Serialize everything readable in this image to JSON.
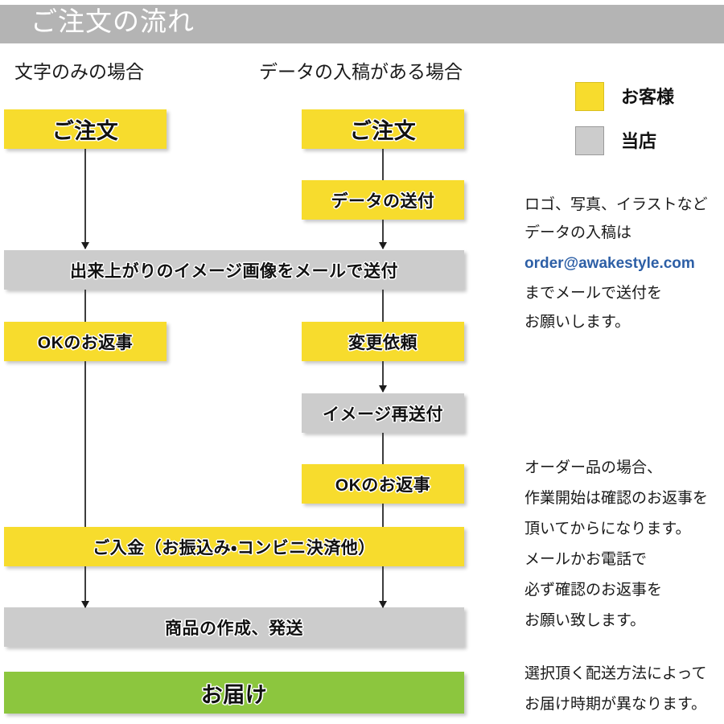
{
  "header": {
    "title": "ご注文の流れ",
    "bar_color": "#b4b4b4",
    "text_color": "#ffffff"
  },
  "columns": [
    {
      "id": "text-only",
      "caption": "文字のみの場合"
    },
    {
      "id": "with-data",
      "caption": "データの入稿がある場合"
    }
  ],
  "legend": {
    "items": [
      {
        "label": "お客様",
        "color": "#f7dc2d",
        "swatch": "yellow-swatch"
      },
      {
        "label": "当店",
        "color": "#cccccc",
        "swatch": "gray-swatch"
      }
    ]
  },
  "flow": {
    "left": [
      {
        "label": "ご注文",
        "color": "#f7dc2d",
        "owner": "customer"
      },
      {
        "label": "OKのお返事",
        "color": "#f7dc2d",
        "owner": "customer"
      }
    ],
    "right": [
      {
        "label": "ご注文",
        "color": "#f7dc2d",
        "owner": "customer"
      },
      {
        "label": "データの送付",
        "color": "#f7dc2d",
        "owner": "customer"
      },
      {
        "label": "変更依頼",
        "color": "#f7dc2d",
        "owner": "customer"
      },
      {
        "label": "イメージ再送付",
        "color": "#cccccc",
        "owner": "shop"
      },
      {
        "label": "OKのお返事",
        "color": "#f7dc2d",
        "owner": "customer"
      }
    ],
    "full_width": [
      {
        "label": "出来上がりのイメージ画像をメールで送付",
        "color": "#cccccc",
        "owner": "shop"
      },
      {
        "label": "ご入金（お振込み・コンビニ決済他）",
        "color": "#f7dc2d",
        "owner": "customer"
      },
      {
        "label": "商品の作成、発送",
        "color": "#cccccc",
        "owner": "shop"
      },
      {
        "label": "お届け",
        "color": "#8cc63e",
        "owner": "delivery"
      }
    ]
  },
  "notes": {
    "data_submission": [
      "ロゴ、写真、イラストなど",
      "データの入稿は"
    ],
    "email": "order@awakestyle.com",
    "data_submission_after": [
      "までメールで送付を",
      "お願いします。"
    ],
    "order_notice": [
      "オーダー品の場合、",
      "作業開始は確認のお返事を",
      "頂いてからになります。",
      "メールかお電話で",
      "必ず確認のお返事を",
      "お願い致します。"
    ],
    "shipping_notice": [
      "選択頂く配送方法によって",
      "お届け時期が異なります。"
    ]
  },
  "colors": {
    "yellow": "#f7dc2d",
    "gray": "#cccccc",
    "green": "#8cc63e",
    "header_gray": "#b4b4b4",
    "email_blue": "#2d5fa6"
  }
}
